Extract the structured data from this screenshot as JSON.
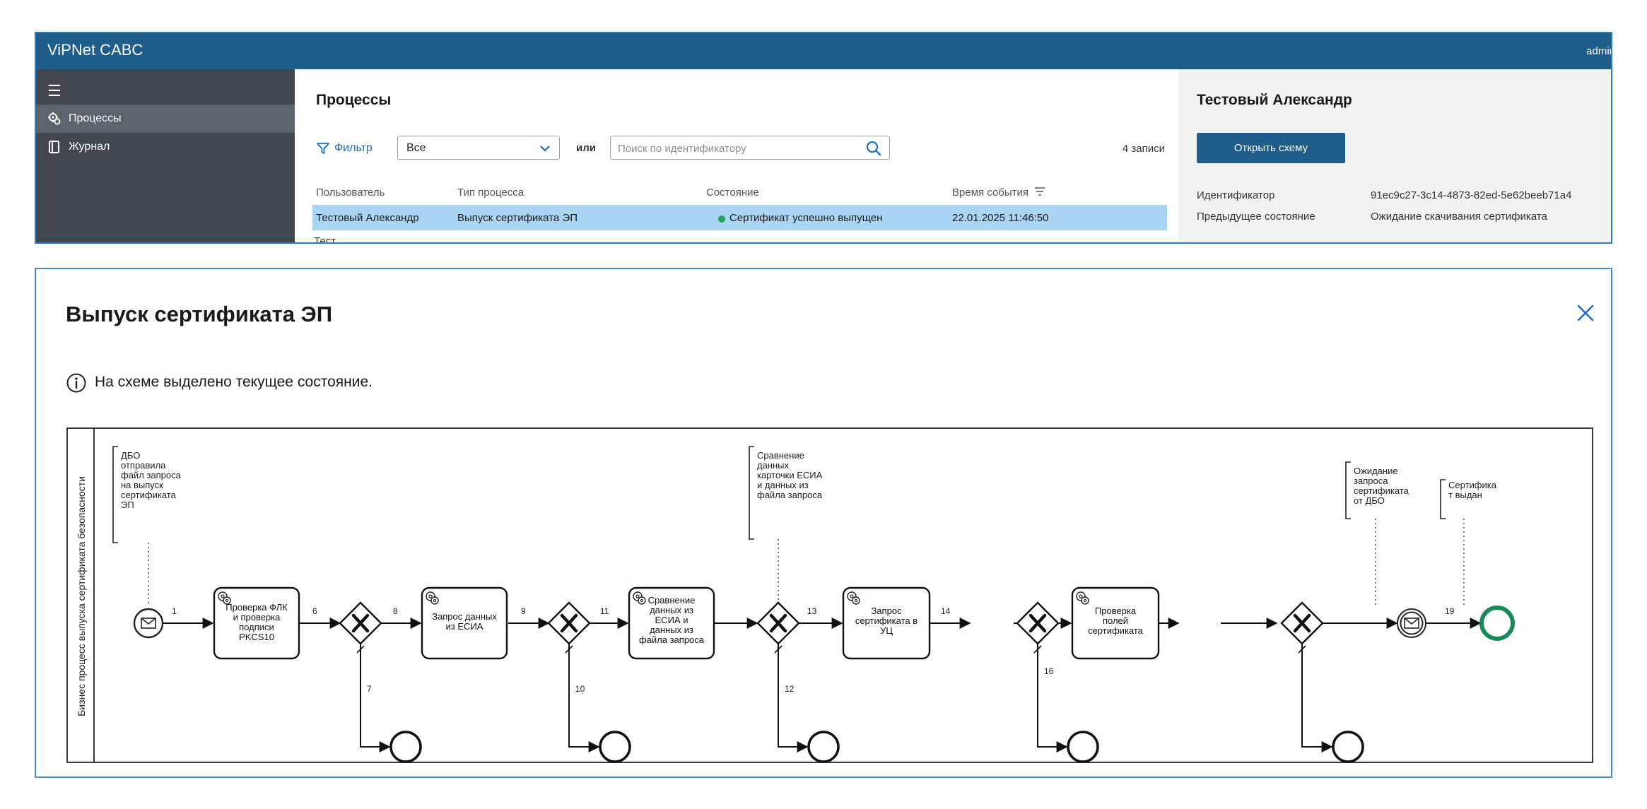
{
  "app": {
    "title": "ViPNet CABC",
    "user": "admin"
  },
  "sidebar": {
    "menu_icon": "hamburger-menu-icon",
    "items": [
      {
        "label": "Процессы",
        "icon": "processes-gear-icon",
        "active": true
      },
      {
        "label": "Журнал",
        "icon": "journal-book-icon",
        "active": false
      }
    ]
  },
  "processes": {
    "title": "Процессы",
    "filter_label": "Фильтр",
    "status_select": {
      "value": "Все"
    },
    "or_label": "или",
    "search": {
      "placeholder": "Поиск по идентификатору",
      "value": ""
    },
    "records_count": "4 записи",
    "columns": [
      "Пользователь",
      "Тип процесса",
      "Состояние",
      "Время события"
    ],
    "rows": [
      {
        "user": "Тестовый Александр",
        "process_type": "Выпуск сертификата ЭП",
        "state": "Сертификат успешно выпущен",
        "time": "22.01.2025 11:46:50",
        "selected": true
      }
    ],
    "partial_row_text": "Тест..."
  },
  "details": {
    "title": "Тестовый Александр",
    "open_scheme_label": "Открыть схему",
    "fields": [
      {
        "key": "Идентификатор",
        "value": "91ec9c27-3c14-4873-82ed-5e62beeb71a4"
      },
      {
        "key": "Предыдущее состояние",
        "value": "Ожидание скачивания сертификата"
      }
    ]
  },
  "modal": {
    "title": "Выпуск сертификата ЭП",
    "info_text": "На схеме выделено текущее состояние.",
    "diagram": {
      "lane_label": "Бизнес процесс выпуска сертификата безопасности",
      "tasks": [
        {
          "id": "t1",
          "lines": [
            "Проверка ФЛК",
            "и проверка",
            "подписи",
            "PKCS10"
          ]
        },
        {
          "id": "t2",
          "lines": [
            "Запрос данных",
            "из ЕСИА"
          ]
        },
        {
          "id": "t3",
          "lines": [
            "Сравнение",
            "данных из",
            "ЕСИА и",
            "данных из",
            "файла запроса"
          ]
        },
        {
          "id": "t4",
          "lines": [
            "Запрос",
            "сертификата в",
            "УЦ"
          ]
        },
        {
          "id": "t5",
          "lines": [
            "Проверка",
            "полей",
            "сертификата"
          ]
        }
      ],
      "annotations": [
        {
          "id": "a1",
          "lines": [
            "ДБО",
            "отправила",
            "файл запроса",
            "на выпуск",
            "сертификата",
            "ЭП"
          ]
        },
        {
          "id": "a2",
          "lines": [
            "Сравнение",
            "данных",
            "карточки ЕСИА",
            "и данных из",
            "файла запроса"
          ]
        },
        {
          "id": "a3",
          "lines": [
            "Ожидание",
            "запроса",
            "сертификата",
            "от ДБО"
          ]
        },
        {
          "id": "a4",
          "lines": [
            "Сертифика",
            "т выдан"
          ]
        }
      ],
      "flow_labels": [
        "1",
        "6",
        "7",
        "8",
        "9",
        "10",
        "11",
        "12",
        "13",
        "14",
        "16",
        "19"
      ],
      "current_state": "end-event-issued",
      "highlight_color": "#1a8a5a"
    }
  },
  "colors": {
    "topbar": "#1f5d8c",
    "sidebar": "#40474f",
    "selected_row": "#a9d4f2",
    "status_ok": "#25a55a",
    "link": "#1b6fbd"
  }
}
